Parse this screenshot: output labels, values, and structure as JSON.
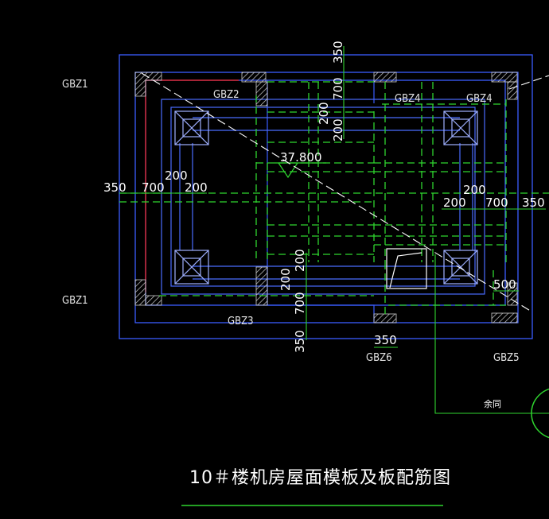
{
  "drawing": {
    "title": "10＃楼机房屋面模板及板配筋图",
    "elevation": "37.800",
    "note": "余同",
    "column_labels": {
      "gbz1_top": "GBZ1",
      "gbz1_bottom": "GBZ1",
      "gbz2": "GBZ2",
      "gbz3": "GBZ3",
      "gbz4_a": "GBZ4",
      "gbz4_b": "GBZ4",
      "gbz5": "GBZ5",
      "gbz6": "GBZ6"
    },
    "dimensions": {
      "top_350": "350",
      "top_700": "700",
      "top_200a": "200",
      "top_200b": "200",
      "left_350": "350",
      "left_700": "700",
      "left_200a": "200",
      "left_200b": "200",
      "right_200a": "200",
      "right_200b": "200",
      "right_700": "700",
      "right_350": "350",
      "bot_200a": "200",
      "bot_200b": "200",
      "bot_700": "700",
      "bot_350": "350",
      "gbz6_350": "350",
      "corner_500": "500"
    }
  },
  "colors": {
    "background": "#000000",
    "outline": "#3a5cff",
    "rebar": "#2fd52f",
    "beam": "#4a6cff",
    "text": "#ffffff",
    "red": "#ff2a2a",
    "hatch": "#d0d0d0"
  }
}
